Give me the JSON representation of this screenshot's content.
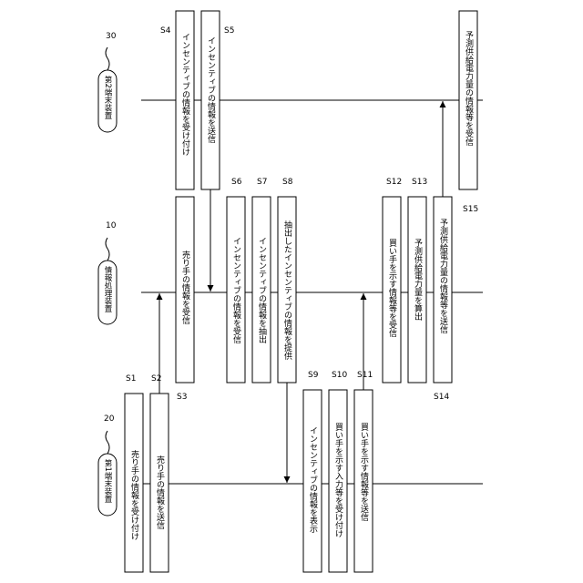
{
  "lifelines": [
    {
      "ref": "30",
      "label": "第2端末装置"
    },
    {
      "ref": "10",
      "label": "情報処理装置"
    },
    {
      "ref": "20",
      "label": "第1端末装置"
    }
  ],
  "steps": [
    {
      "id": "S1",
      "text": "売り手の情報を受け付け"
    },
    {
      "id": "S2",
      "text": "売り手の情報を送信"
    },
    {
      "id": "S3",
      "text": "売り手の情報を受信"
    },
    {
      "id": "S4",
      "text": "インセンティブの情報を受け付け"
    },
    {
      "id": "S5",
      "text": "インセンティブの情報を送信"
    },
    {
      "id": "S6",
      "text": "インセンティブの情報を受信"
    },
    {
      "id": "S7",
      "text": "インセンティブの情報を抽出"
    },
    {
      "id": "S8",
      "text": "抽出したインセンティブの情報を提供"
    },
    {
      "id": "S9",
      "text": "インセンティブの情報を表示"
    },
    {
      "id": "S10",
      "text": "買い手を示す入力等を受け付け"
    },
    {
      "id": "S11",
      "text": "買い手を示す情報等を送信"
    },
    {
      "id": "S12",
      "text": "買い手を示す情報等を受信"
    },
    {
      "id": "S13",
      "text": "予測供給電力量を算出"
    },
    {
      "id": "S14",
      "text": "予測供給電力量の情報等を送信"
    },
    {
      "id": "S15",
      "text": "予測供給電力量の情報等を受信"
    }
  ]
}
